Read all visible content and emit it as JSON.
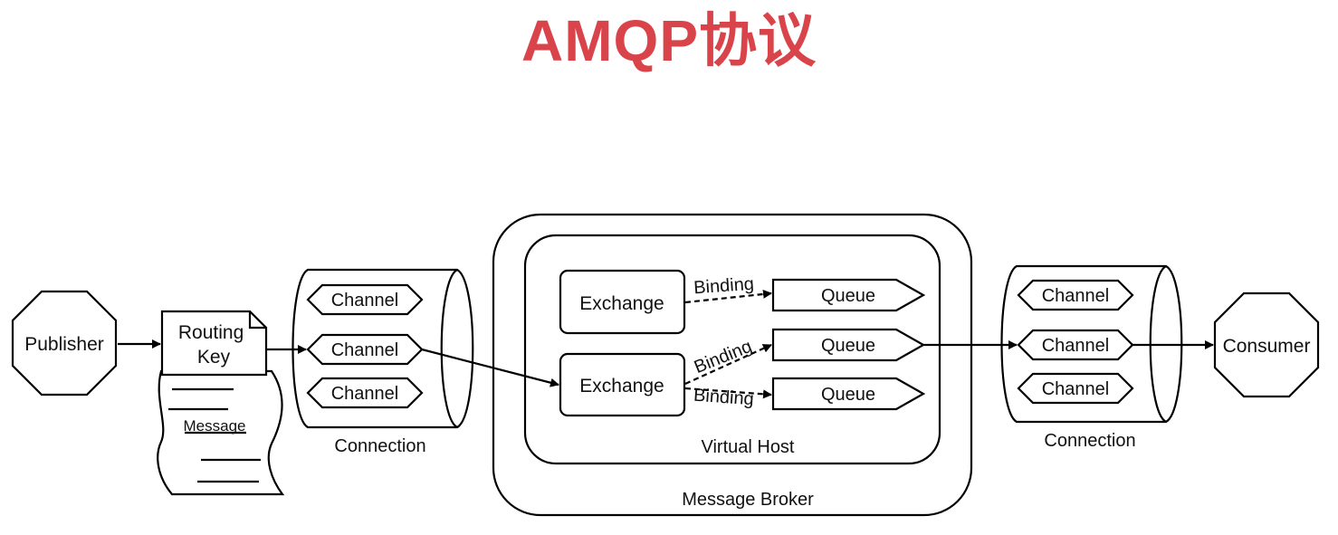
{
  "title": "AMQP协议",
  "nodes": {
    "publisher": "Publisher",
    "routing_key": "Routing\nKey",
    "message": "Message",
    "connection_left": "Connection",
    "connection_right": "Connection",
    "channel": "Channel",
    "exchange": "Exchange",
    "queue": "Queue",
    "binding": "Binding",
    "virtual_host": "Virtual Host",
    "message_broker": "Message Broker",
    "consumer": "Consumer"
  },
  "left_channels": [
    "Channel",
    "Channel",
    "Channel"
  ],
  "right_channels": [
    "Channel",
    "Channel",
    "Channel"
  ],
  "exchanges": [
    "Exchange",
    "Exchange"
  ],
  "queues": [
    "Queue",
    "Queue",
    "Queue"
  ],
  "bindings": [
    "Binding",
    "Binding",
    "Binding"
  ]
}
